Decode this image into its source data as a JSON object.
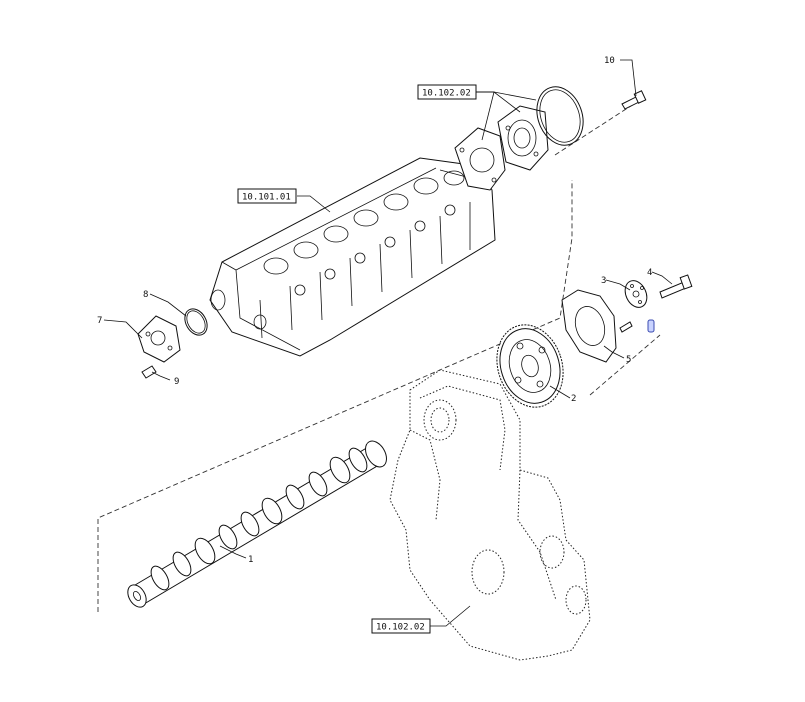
{
  "references": {
    "head_ref": "10.101.01",
    "pump_ref": "10.102.02",
    "cover_ref": "10.102.02"
  },
  "callouts": {
    "camshaft": "1",
    "cam_gear": "2",
    "hub_plate": "3",
    "hub_bolt": "4",
    "thrust_plate": "5",
    "cover_plate": "7",
    "gasket": "8",
    "cover_screw": "9",
    "pump_bolt": "10"
  },
  "colors": {
    "line": "#111111",
    "highlight": "#c9d3ff"
  }
}
